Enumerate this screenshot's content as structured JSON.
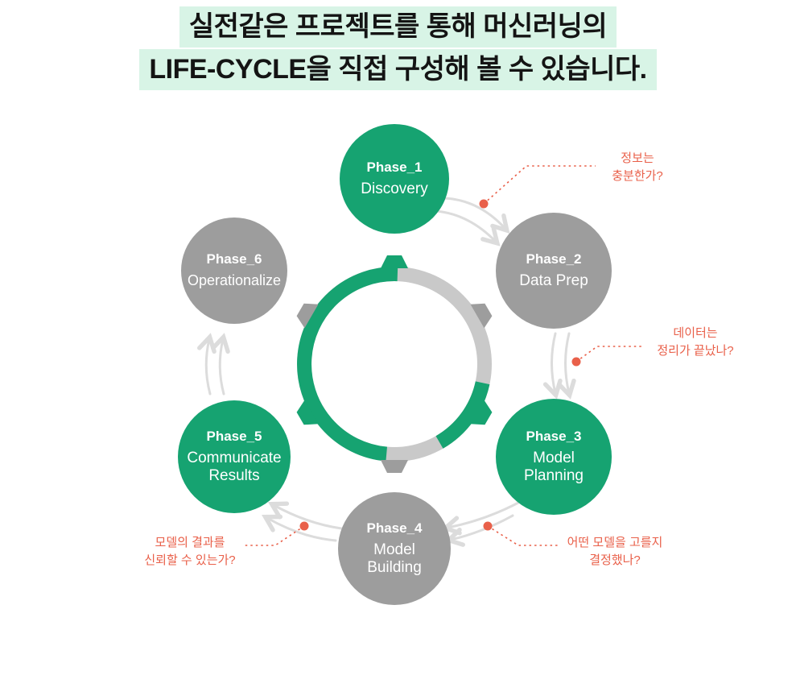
{
  "title": {
    "line1": "실전같은 프로젝트를 통해 머신러닝의",
    "line2": "LIFE-CYCLE을 직접 구성해 볼 수 있습니다."
  },
  "phases": [
    {
      "id": "Phase_1",
      "lines": [
        "Discovery"
      ],
      "color": "green"
    },
    {
      "id": "Phase_2",
      "lines": [
        "Data Prep"
      ],
      "color": "gray"
    },
    {
      "id": "Phase_3",
      "lines": [
        "Model",
        "Planning"
      ],
      "color": "green"
    },
    {
      "id": "Phase_4",
      "lines": [
        "Model",
        "Building"
      ],
      "color": "gray"
    },
    {
      "id": "Phase_5",
      "lines": [
        "Communicate",
        "Results"
      ],
      "color": "green"
    },
    {
      "id": "Phase_6",
      "lines": [
        "Operationalize"
      ],
      "color": "gray"
    }
  ],
  "annotations": [
    {
      "lines": [
        "정보는",
        "충분한가?"
      ]
    },
    {
      "lines": [
        "데이터는",
        "정리가 끝났나?"
      ]
    },
    {
      "lines": [
        "어떤 모델을 고를지",
        "결정했나?"
      ]
    },
    {
      "lines": [
        "모델의 결과를",
        "신뢰할 수 있는가?"
      ]
    }
  ],
  "colors": {
    "green": "#16a371",
    "gray": "#9d9d9d",
    "ring_gray": "#c9c9c9",
    "arrow_gray": "#dcdcdc",
    "annotation_red": "#e9604a",
    "title_highlight": "#d8f4e6",
    "title_text": "#141414"
  }
}
